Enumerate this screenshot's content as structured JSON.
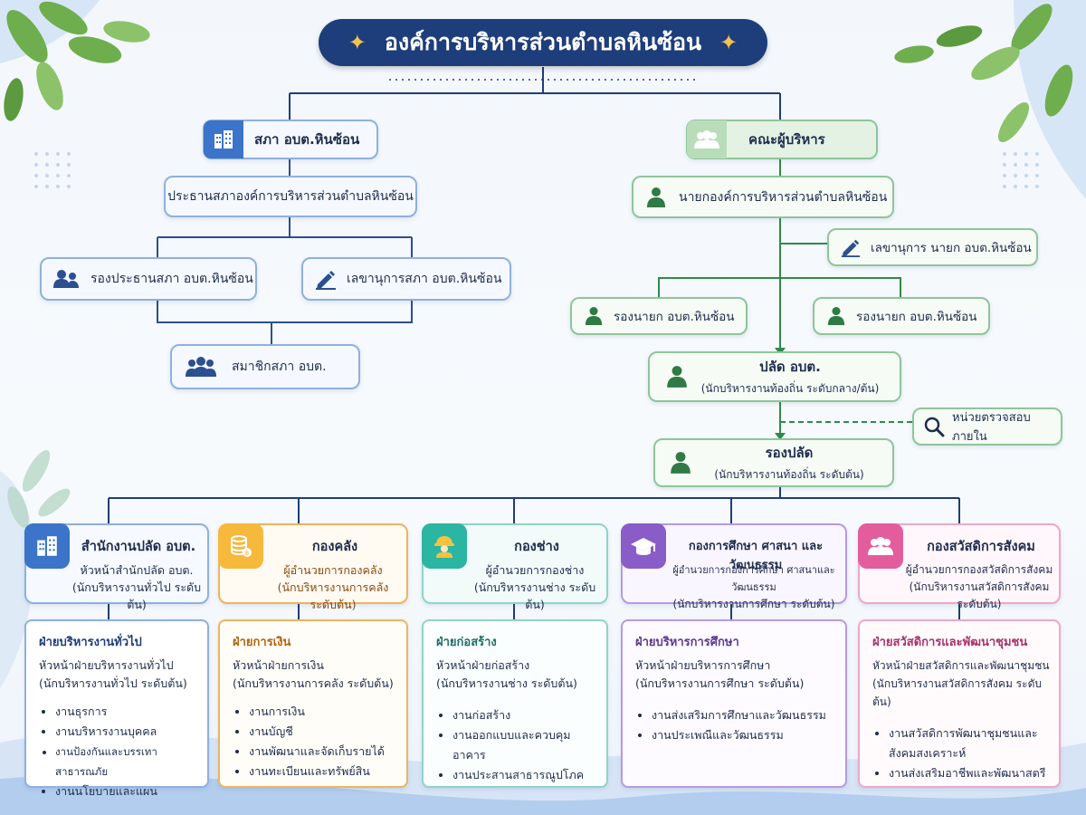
{
  "title": "องค์การบริหารส่วนตำบลหินซ้อน",
  "council": {
    "header": "สภา อบต.หินซ้อน",
    "president": "ประธานสภาองค์การบริหารส่วนตำบลหินซ้อน",
    "vice_president": "รองประธานสภา อบต.หินซ้อน",
    "secretary": "เลขานุการสภา อบต.หินซ้อน",
    "members": "สมาชิกสภา อบต."
  },
  "executive": {
    "header": "คณะผู้บริหาร",
    "mayor": "นายกองค์การบริหารส่วนตำบลหินซ้อน",
    "mayor_secretary": "เลขานุการ นายก อบต.หินซ้อน",
    "deputy_left": "รองนายก อบต.หินซ้อน",
    "deputy_right": "รองนายก อบต.หินซ้อน",
    "palad_title": "ปลัด อบต.",
    "palad_sub": "(นักบริหารงานท้องถิ่น ระดับกลาง/ต้น)",
    "audit": "หน่วยตรวจสอบภายใน",
    "rong_palad_title": "รองปลัด",
    "rong_palad_sub": "(นักบริหารงานท้องถิ่น ระดับต้น)"
  },
  "departments": [
    {
      "name": "สำนักงานปลัด อบต.",
      "head": "หัวหน้าสำนักปลัด อบต.",
      "level": "(นักบริหารงานทั่วไป ระดับต้น)",
      "icon": "building-icon",
      "color": "#3b74c9",
      "section": {
        "title": "ฝ่ายบริหารงานทั่วไป",
        "head": "หัวหน้าฝ่ายบริหารงานทั่วไป",
        "level": "(นักบริหารงานทั่วไป ระดับต้น)",
        "items": [
          "งานธุรการ",
          "งานบริหารงานบุคคล",
          "งานป้องกันและบรรเทาสาธารณภัย",
          "งานนโยบายและแผน"
        ]
      }
    },
    {
      "name": "กองคลัง",
      "head": "ผู้อำนวยการกองคลัง",
      "level": "(นักบริหารงานการคลัง ระดับต้น)",
      "icon": "coins-icon",
      "color": "#ef9a2a",
      "section": {
        "title": "ฝ่ายการเงิน",
        "head": "หัวหน้าฝ่ายการเงิน",
        "level": "(นักบริหารงานการคลัง ระดับต้น)",
        "items": [
          "งานการเงิน",
          "งานบัญชี",
          "งานพัฒนาและจัดเก็บรายได้",
          "งานทะเบียนและทรัพย์สิน"
        ]
      }
    },
    {
      "name": "กองช่าง",
      "head": "ผู้อำนวยการกองช่าง",
      "level": "(นักบริหารงานช่าง ระดับต้น)",
      "icon": "engineer-icon",
      "color": "#2bb5a3",
      "section": {
        "title": "ฝ่ายก่อสร้าง",
        "head": "หัวหน้าฝ่ายก่อสร้าง",
        "level": "(นักบริหารงานช่าง ระดับต้น)",
        "items": [
          "งานก่อสร้าง",
          "งานออกแบบและควบคุมอาคาร",
          "งานประสานสาธารณูปโภค"
        ]
      }
    },
    {
      "name": "กองการศึกษา ศาสนา และวัฒนธรรม",
      "head": "ผู้อำนวยการกองการศึกษา ศาสนาและวัฒนธรรม",
      "level": "(นักบริหารงานการศึกษา ระดับต้น)",
      "icon": "graduation-cap-icon",
      "color": "#8a5cc7",
      "section": {
        "title": "ฝ่ายบริหารการศึกษา",
        "head": "หัวหน้าฝ่ายบริหารการศึกษา",
        "level": "(นักบริหารงานการศึกษา ระดับต้น)",
        "items": [
          "งานส่งเสริมการศึกษาและวัฒนธรรม",
          "งานประเพณีและวัฒนธรรม"
        ]
      }
    },
    {
      "name": "กองสวัสดิการสังคม",
      "head": "ผู้อำนวยการกองสวัสดิการสังคม",
      "level": "(นักบริหารงานสวัสดิการสังคม ระดับต้น)",
      "icon": "people-icon",
      "color": "#e35d9c",
      "section": {
        "title": "ฝ่ายสวัสดิการและพัฒนาชุมชน",
        "head": "หัวหน้าฝ่ายสวัสดิการและพัฒนาชุมชน",
        "level": "(นักบริหารงานสวัสดิการสังคม ระดับต้น)",
        "items": [
          "งานสวัสดิการพัฒนาชุมชนและสังคมสงเคราะห์",
          "งานส่งเสริมอาชีพและพัฒนาสตรี"
        ]
      }
    }
  ]
}
